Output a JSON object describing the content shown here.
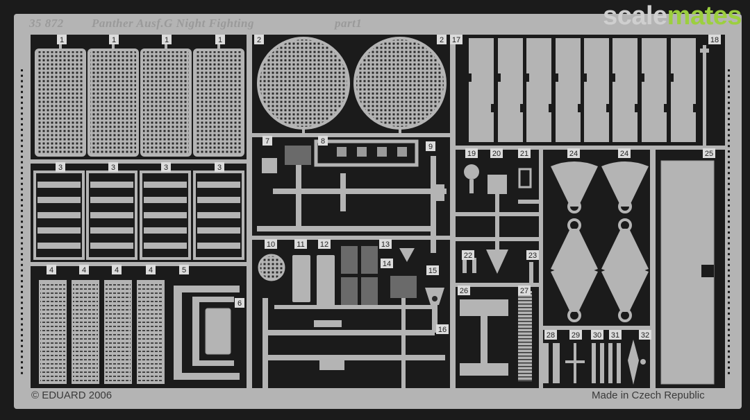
{
  "title": {
    "code": "35 872",
    "name": "Panther Ausf.G Night Fighting",
    "part": "part1"
  },
  "footer": {
    "copyright": "© EDUARD 2006",
    "origin": "Made in Czech Republic"
  },
  "watermark": {
    "part1": "scale",
    "part2": "mates"
  },
  "labels": {
    "p1a": "1",
    "p1b": "1",
    "p1c": "1",
    "p1d": "1",
    "p2": "2",
    "p2b": "2",
    "p17": "17",
    "p18": "18",
    "p3a": "3",
    "p3b": "3",
    "p3c": "3",
    "p3d": "3",
    "p4a": "4",
    "p4b": "4",
    "p4c": "4",
    "p4d": "4",
    "p5": "5",
    "p6": "6",
    "p7": "7",
    "p8": "8",
    "p9": "9",
    "p10": "10",
    "p11": "11",
    "p12": "12",
    "p13": "13",
    "p14": "14",
    "p15": "15",
    "p16": "16",
    "p19": "19",
    "p20": "20",
    "p21": "21",
    "p22": "22",
    "p23": "23",
    "p24a": "24",
    "p24b": "24",
    "p25": "25",
    "p26": "26",
    "p27": "27",
    "p28": "28",
    "p29": "29",
    "p30": "30",
    "p31": "31",
    "p32": "32"
  },
  "colors": {
    "background": "#1b1b1b",
    "metal": "#b4b4b4",
    "metal_dark": "#6a6a6a",
    "watermark_grey": "#cfcfcf",
    "watermark_green": "#9ccf3f"
  }
}
